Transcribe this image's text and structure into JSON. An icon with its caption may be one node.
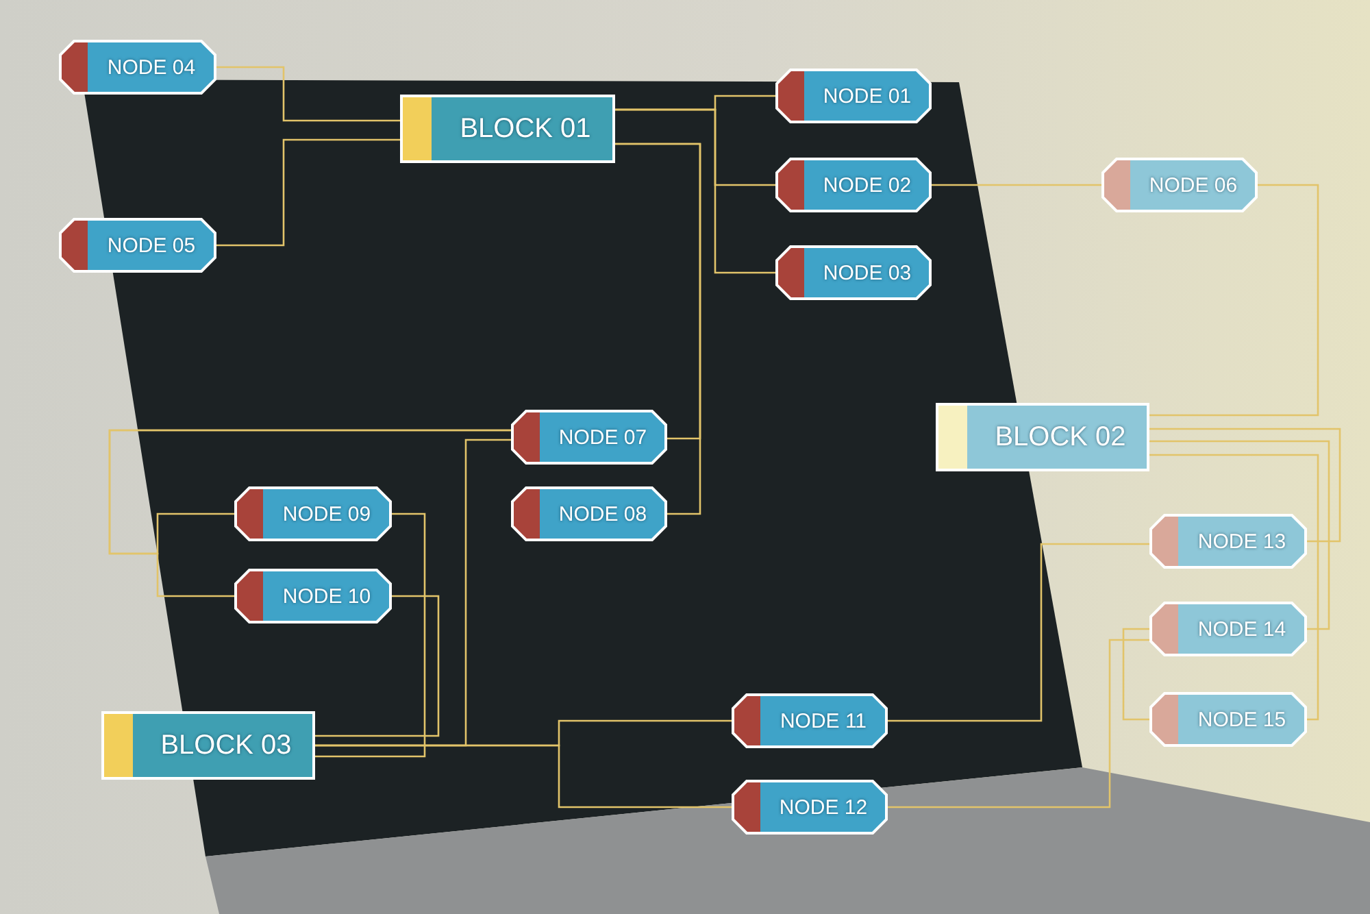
{
  "diagram": {
    "nodes": [
      {
        "text": [
          "NODE 04"
        ]
      },
      {
        "text": [
          "BLOCK 01"
        ]
      },
      {
        "text": [
          "NODE 01"
        ]
      },
      {
        "text": [
          "NODE 02"
        ]
      },
      {
        "text": [
          "NODE 06"
        ]
      },
      {
        "text": [
          "NODE 03"
        ]
      },
      {
        "text": [
          "NODE 05"
        ]
      },
      {
        "text": [
          "NODE 07"
        ]
      },
      {
        "text": [
          "BLOCK 02"
        ]
      },
      {
        "text": [
          "NODE 09"
        ]
      },
      {
        "text": [
          "NODE 08"
        ]
      },
      {
        "text": [
          "NODE 13"
        ]
      },
      {
        "text": [
          "NODE 10"
        ]
      },
      {
        "text": [
          "NODE 14"
        ]
      },
      {
        "text": [
          "NODE 15"
        ]
      },
      {
        "text": [
          "BLOCK 03"
        ]
      },
      {
        "text": [
          "NODE 11"
        ]
      },
      {
        "text": [
          "NODE 12"
        ]
      }
    ],
    "edges": [
      {
        "from": 0,
        "to": 1,
        "arrow": "none"
      },
      {
        "from": 6,
        "to": 1,
        "arrow": "none"
      },
      {
        "from": 1,
        "to": 2,
        "arrow": "none"
      },
      {
        "from": 1,
        "to": 3,
        "arrow": "none"
      },
      {
        "from": 1,
        "to": 5,
        "arrow": "none"
      },
      {
        "from": 1,
        "to": 7,
        "arrow": "none"
      },
      {
        "from": 1,
        "to": 10,
        "arrow": "none"
      },
      {
        "from": 3,
        "to": 4,
        "arrow": "none"
      },
      {
        "from": 4,
        "to": 8,
        "arrow": "none"
      },
      {
        "from": 8,
        "to": 11,
        "arrow": "none"
      },
      {
        "from": 8,
        "to": 13,
        "arrow": "none"
      },
      {
        "from": 8,
        "to": 14,
        "arrow": "none"
      },
      {
        "from": 7,
        "to": 9,
        "arrow": "none"
      },
      {
        "from": 7,
        "to": 12,
        "arrow": "none"
      },
      {
        "from": 9,
        "to": 15,
        "arrow": "none"
      },
      {
        "from": 12,
        "to": 15,
        "arrow": "none"
      },
      {
        "from": 15,
        "to": 7,
        "arrow": "none"
      },
      {
        "from": 15,
        "to": 16,
        "arrow": "none"
      },
      {
        "from": 15,
        "to": 17,
        "arrow": "none"
      },
      {
        "from": 16,
        "to": 11,
        "arrow": "none"
      },
      {
        "from": 17,
        "to": 13,
        "arrow": "none"
      },
      {
        "from": 13,
        "to": 14,
        "arrow": "none"
      }
    ]
  }
}
